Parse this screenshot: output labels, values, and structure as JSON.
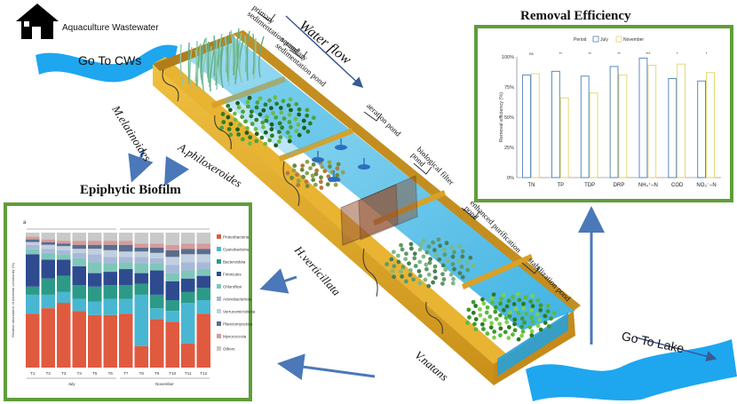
{
  "header": {
    "source_label": "Aquaculture Wastewater",
    "inflow_label": "Go To CWs",
    "flow_label": "Water flow",
    "outflow_label": "Go To Lake"
  },
  "ponds": [
    {
      "name": "primary sedimentation pond"
    },
    {
      "name": "secondary sedimentation pond"
    },
    {
      "name": "aeration pond"
    },
    {
      "name": "biological filter pond"
    },
    {
      "name": "enhanced purification pond"
    },
    {
      "name": "stabilization pond"
    }
  ],
  "plants": {
    "m_elatinoides": "M.elatinoides",
    "a_philoxeroides": "A.philoxeroides",
    "h_verticillata": "H.verticillata",
    "v_natans": "V.natans"
  },
  "panels": {
    "removal_title": "Removal Efficiency",
    "biofilm_title": "Epiphytic Biofilm"
  },
  "colors": {
    "panel_border": "#5f9e3a",
    "water": "#38b6e8",
    "tank_wood": "#d9a326",
    "arrow": "#4a78b8",
    "july": "#4a7fb8",
    "november": "#e3d36a"
  },
  "chart_data": [
    {
      "type": "bar",
      "title": "",
      "xlabel": "",
      "ylabel": "Removal efficiency (%)",
      "ylim": [
        0,
        100
      ],
      "yticks": [
        "0%",
        "25%",
        "50%",
        "75%",
        "100%"
      ],
      "legend_title": "Period",
      "legend_position": "top",
      "categories": [
        "TN",
        "TP",
        "TDP",
        "DRP",
        "NH₄⁺–N",
        "COD",
        "NO₃⁻–N"
      ],
      "significance": [
        "ns",
        "**",
        "**",
        "**",
        "***",
        "*",
        "*"
      ],
      "series": [
        {
          "name": "July",
          "values": [
            85,
            88,
            84,
            92,
            99,
            82,
            80
          ]
        },
        {
          "name": "November",
          "values": [
            86,
            66,
            70,
            85,
            93,
            94,
            87
          ]
        }
      ]
    },
    {
      "type": "bar",
      "subtype": "stacked",
      "panel_tag": "a",
      "ylabel": "Relative abundance of bacterial community (%)",
      "categories": [
        "T1",
        "T2",
        "T3",
        "T4",
        "T5",
        "T6",
        "T7",
        "T8",
        "T9",
        "T10",
        "T11",
        "T12"
      ],
      "groups": [
        {
          "name": "July",
          "span": 6
        },
        {
          "name": "November",
          "span": 6
        }
      ],
      "series": [
        {
          "name": "Proteobacteria",
          "color": "#e05a3f",
          "values": [
            0.4,
            0.44,
            0.48,
            0.42,
            0.39,
            0.39,
            0.4,
            0.16,
            0.36,
            0.34,
            0.18,
            0.4
          ]
        },
        {
          "name": "Cyanobacteria",
          "color": "#49b7d2",
          "values": [
            0.14,
            0.1,
            0.08,
            0.09,
            0.1,
            0.12,
            0.11,
            0.38,
            0.08,
            0.08,
            0.3,
            0.1
          ]
        },
        {
          "name": "Bacteroidota",
          "color": "#2c9a87",
          "values": [
            0.06,
            0.12,
            0.12,
            0.1,
            0.11,
            0.1,
            0.1,
            0.08,
            0.1,
            0.08,
            0.08,
            0.09
          ]
        },
        {
          "name": "Firmicutes",
          "color": "#2e4b8f",
          "values": [
            0.24,
            0.14,
            0.12,
            0.14,
            0.1,
            0.1,
            0.12,
            0.08,
            0.18,
            0.14,
            0.1,
            0.09
          ]
        },
        {
          "name": "Chloroflexi",
          "color": "#7fc6ba",
          "values": [
            0.04,
            0.05,
            0.04,
            0.06,
            0.08,
            0.06,
            0.05,
            0.07,
            0.05,
            0.06,
            0.06,
            0.05
          ]
        },
        {
          "name": "Actinobacteriota",
          "color": "#a8b8d8",
          "values": [
            0.03,
            0.03,
            0.03,
            0.04,
            0.06,
            0.05,
            0.04,
            0.05,
            0.04,
            0.06,
            0.06,
            0.05
          ]
        },
        {
          "name": "Verrucomicrobiota",
          "color": "#c0d0e0",
          "values": [
            0.02,
            0.03,
            0.03,
            0.03,
            0.04,
            0.05,
            0.04,
            0.04,
            0.04,
            0.06,
            0.06,
            0.06
          ]
        },
        {
          "name": "Planctomycetota",
          "color": "#5a6d8f",
          "values": [
            0.02,
            0.02,
            0.02,
            0.03,
            0.03,
            0.04,
            0.05,
            0.03,
            0.04,
            0.05,
            0.04,
            0.04
          ]
        },
        {
          "name": "Myxococcota",
          "color": "#d79a9a",
          "values": [
            0.02,
            0.02,
            0.02,
            0.03,
            0.03,
            0.03,
            0.03,
            0.03,
            0.03,
            0.04,
            0.04,
            0.04
          ]
        },
        {
          "name": "Others",
          "color": "#c9c9c9",
          "values": [
            0.03,
            0.05,
            0.06,
            0.06,
            0.06,
            0.06,
            0.06,
            0.08,
            0.08,
            0.09,
            0.08,
            0.08
          ]
        }
      ]
    }
  ]
}
